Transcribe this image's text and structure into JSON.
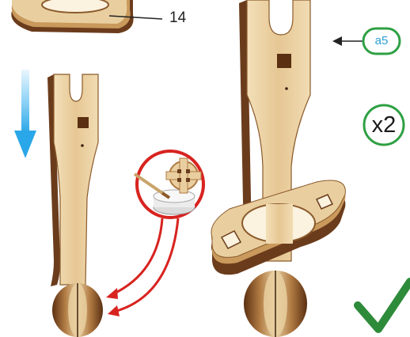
{
  "labels": {
    "part_number": "14",
    "part_badge": "a5",
    "quantity": "x2"
  },
  "colors": {
    "wood_light": "#e9cfa0",
    "wood_mid": "#c99a5c",
    "wood_dark": "#6b3c1c",
    "wood_edge": "#3d220f",
    "arrow_blue": "#2aa7e8",
    "glue_red": "#d8231f",
    "badge_green": "#2ea043",
    "badge_text_blue": "#2aa0d8",
    "check_green": "#2e8b3a"
  },
  "icons": {
    "down_arrow": "down-arrow-icon",
    "pointer_arrow": "left-arrow-icon",
    "glue": "glue-pot-icon",
    "check": "checkmark-icon"
  }
}
